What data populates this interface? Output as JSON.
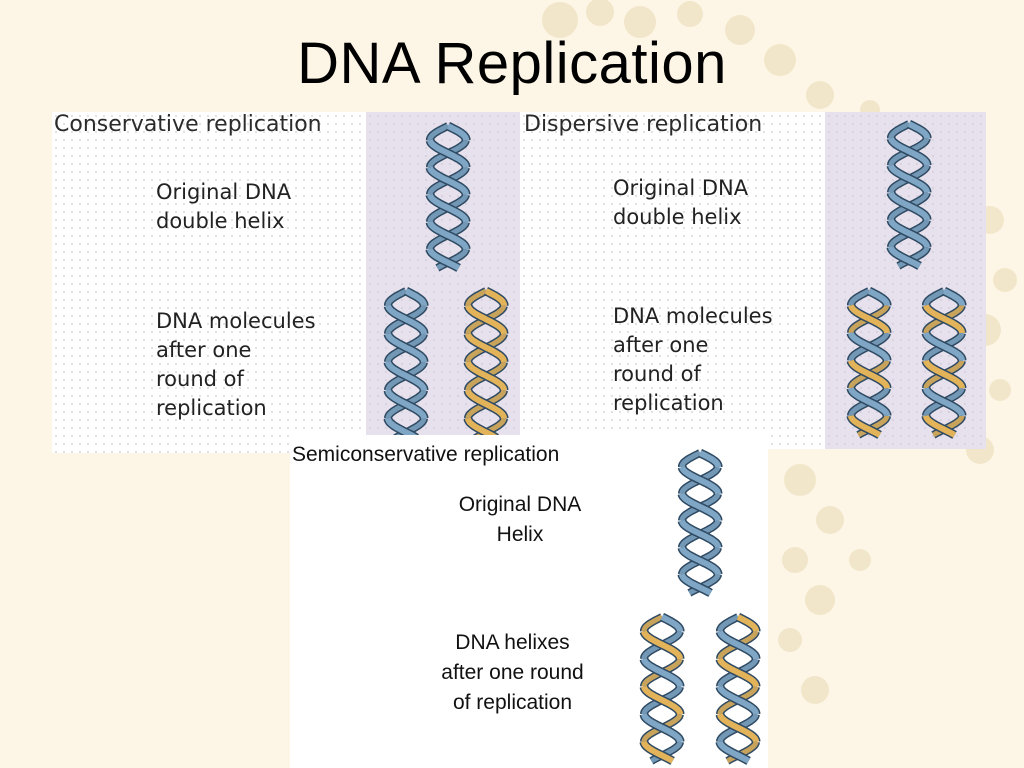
{
  "slide": {
    "title": "DNA Replication",
    "background_color": "#fdf6e6"
  },
  "panels": {
    "conservative": {
      "title": "Conservative replication",
      "original_label": "Original DNA\ndouble helix",
      "after_label": "DNA molecules\nafter one\nround of\nreplication"
    },
    "dispersive": {
      "title": "Dispersive replication",
      "original_label": "Original DNA\ndouble helix",
      "after_label": "DNA molecules\nafter one\nround of\nreplication"
    },
    "semiconservative": {
      "title": "Semiconservative replication",
      "original_label": "Original DNA\nHelix",
      "after_label": "DNA helixes\nafter one round\nof replication"
    }
  },
  "colors": {
    "original_strand": "#7fa6c4",
    "new_strand": "#e3b35a",
    "strand_outline": "#2f4a63",
    "helix_panel": "#e6e1ec"
  }
}
